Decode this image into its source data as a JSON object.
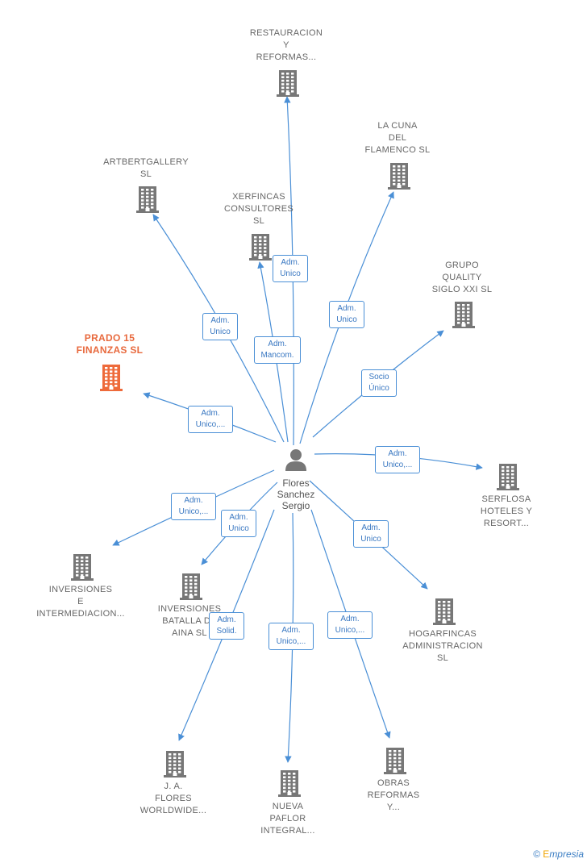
{
  "center": {
    "name": "Flores\nSanchez\nSergio",
    "icon": "person-icon"
  },
  "brand": {
    "copyright": "©",
    "name": "mpresia",
    "initial": "E"
  },
  "companies": [
    {
      "id": "restauracion",
      "label": "RESTAURACION\nY\nREFORMAS...",
      "highlight": false
    },
    {
      "id": "la-cuna",
      "label": "LA CUNA\nDEL\nFLAMENCO SL",
      "highlight": false
    },
    {
      "id": "artbertgallery",
      "label": "ARTBERTGALLERY\nSL",
      "highlight": false
    },
    {
      "id": "xerfincas",
      "label": "XERFINCAS\nCONSULTORES\nSL",
      "highlight": false
    },
    {
      "id": "grupo-quality",
      "label": "GRUPO\nQUALITY\nSIGLO XXI  SL",
      "highlight": false
    },
    {
      "id": "prado-15",
      "label": "PRADO 15\nFINANZAS  SL",
      "highlight": true
    },
    {
      "id": "serflosa",
      "label": "SERFLOSA\nHOTELES Y\nRESORT...",
      "highlight": false
    },
    {
      "id": "inversiones-e",
      "label": "INVERSIONES\nE\nINTERMEDIACION...",
      "highlight": false
    },
    {
      "id": "inversiones-batalla",
      "label": "INVERSIONES\nBATALLA DE\nAINA  SL",
      "highlight": false
    },
    {
      "id": "hogarfincas",
      "label": "HOGARFINCAS\nADMINISTRACION\nSL",
      "highlight": false
    },
    {
      "id": "ja-flores",
      "label": "J.  A.\nFLORES\nWORLDWIDE...",
      "highlight": false
    },
    {
      "id": "nueva-paflor",
      "label": "NUEVA\nPAFLOR\nINTEGRAL...",
      "highlight": false
    },
    {
      "id": "obras-reformas",
      "label": "OBRAS\nREFORMAS\nY...",
      "highlight": false
    }
  ],
  "roles": [
    {
      "id": "restauracion",
      "text": "Adm.\nUnico"
    },
    {
      "id": "la-cuna",
      "text": "Adm.\nUnico"
    },
    {
      "id": "artbertgallery",
      "text": "Adm.\nUnico"
    },
    {
      "id": "xerfincas",
      "text": "Adm.\nMancom."
    },
    {
      "id": "grupo-quality",
      "text": "Socio\nÚnico"
    },
    {
      "id": "prado-15",
      "text": "Adm.\nUnico,..."
    },
    {
      "id": "serflosa",
      "text": "Adm.\nUnico,..."
    },
    {
      "id": "inversiones-e",
      "text": "Adm.\nUnico,..."
    },
    {
      "id": "inversiones-batalla",
      "text": "Adm.\nUnico"
    },
    {
      "id": "hogarfincas",
      "text": "Adm.\nUnico"
    },
    {
      "id": "ja-flores",
      "text": "Adm.\nSolid."
    },
    {
      "id": "nueva-paflor",
      "text": "Adm.\nUnico,..."
    },
    {
      "id": "obras-reformas",
      "text": "Adm.\nUnico,..."
    }
  ],
  "colors": {
    "edge": "#4a8fd6",
    "building": "#777777",
    "highlight": "#ee6a3a"
  }
}
